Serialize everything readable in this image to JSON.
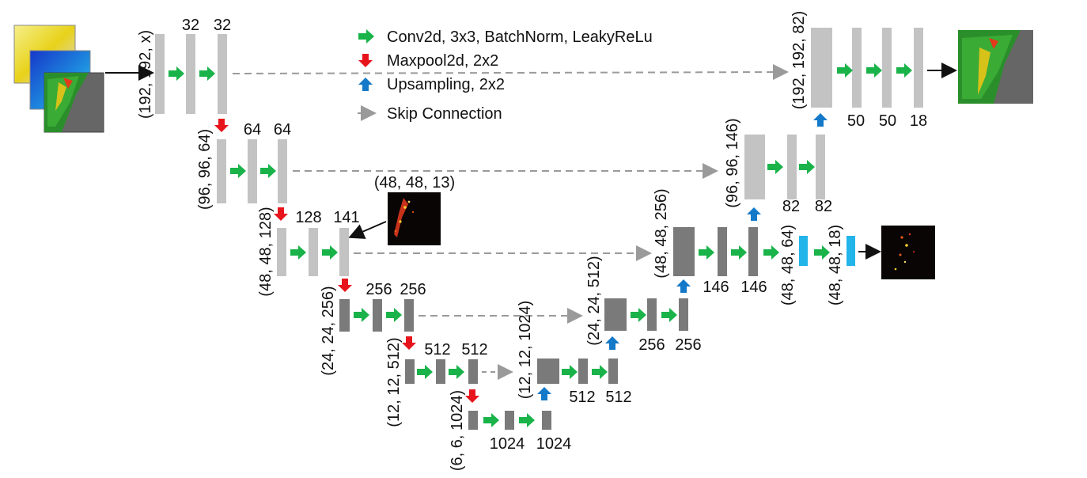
{
  "colors": {
    "light_block": "#c3c3c3",
    "dark_block": "#7a7a7a",
    "cyan_block": "#23b4ea",
    "conv_arrow": "#19b34a",
    "pool_arrow": "#e8141b",
    "up_arrow": "#1479c8",
    "skip": "#9a9a9a",
    "text": "#111111"
  },
  "legend": {
    "conv": "Conv2d, 3x3, BatchNorm, LeakyReLu",
    "pool": "Maxpool2d, 2x2",
    "up": "Upsampling, 2x2",
    "skip": "Skip Connection"
  },
  "labels": {
    "in_shape": "(192, 192, x)",
    "enc1_a": "32",
    "enc1_b": "32",
    "enc2_shape": "(96, 96, 64)",
    "enc2_a": "64",
    "enc2_b": "64",
    "enc3_shape": "(48, 48, 128)",
    "enc3_a": "128",
    "enc3_b": "141",
    "intermediate": "(48, 48, 13)",
    "enc4_shape": "(24, 24, 256)",
    "enc4_a": "256",
    "enc4_b": "256",
    "enc5_shape": "(12, 12, 512)",
    "enc5_a": "512",
    "enc5_b": "512",
    "enc6_shape": "(6, 6, 1024)",
    "enc6_a": "1024",
    "enc6_b": "1024",
    "dec5_shape": "(12, 12, 1024)",
    "dec5_a": "512",
    "dec5_b": "512",
    "dec4_shape": "(24, 24, 512)",
    "dec4_a": "256",
    "dec4_b": "256",
    "dec3_shape": "(48, 48, 256)",
    "dec3_a": "146",
    "dec3_b": "146",
    "dec3_c_shape": "(48, 48, 64)",
    "dec3_d_shape": "(48, 48, 18)",
    "dec2_shape": "(96, 96, 146)",
    "dec2_a": "82",
    "dec2_b": "82",
    "dec1_shape": "(192, 192, 82)",
    "dec1_a": "50",
    "dec1_b": "50",
    "dec1_c": "18"
  }
}
